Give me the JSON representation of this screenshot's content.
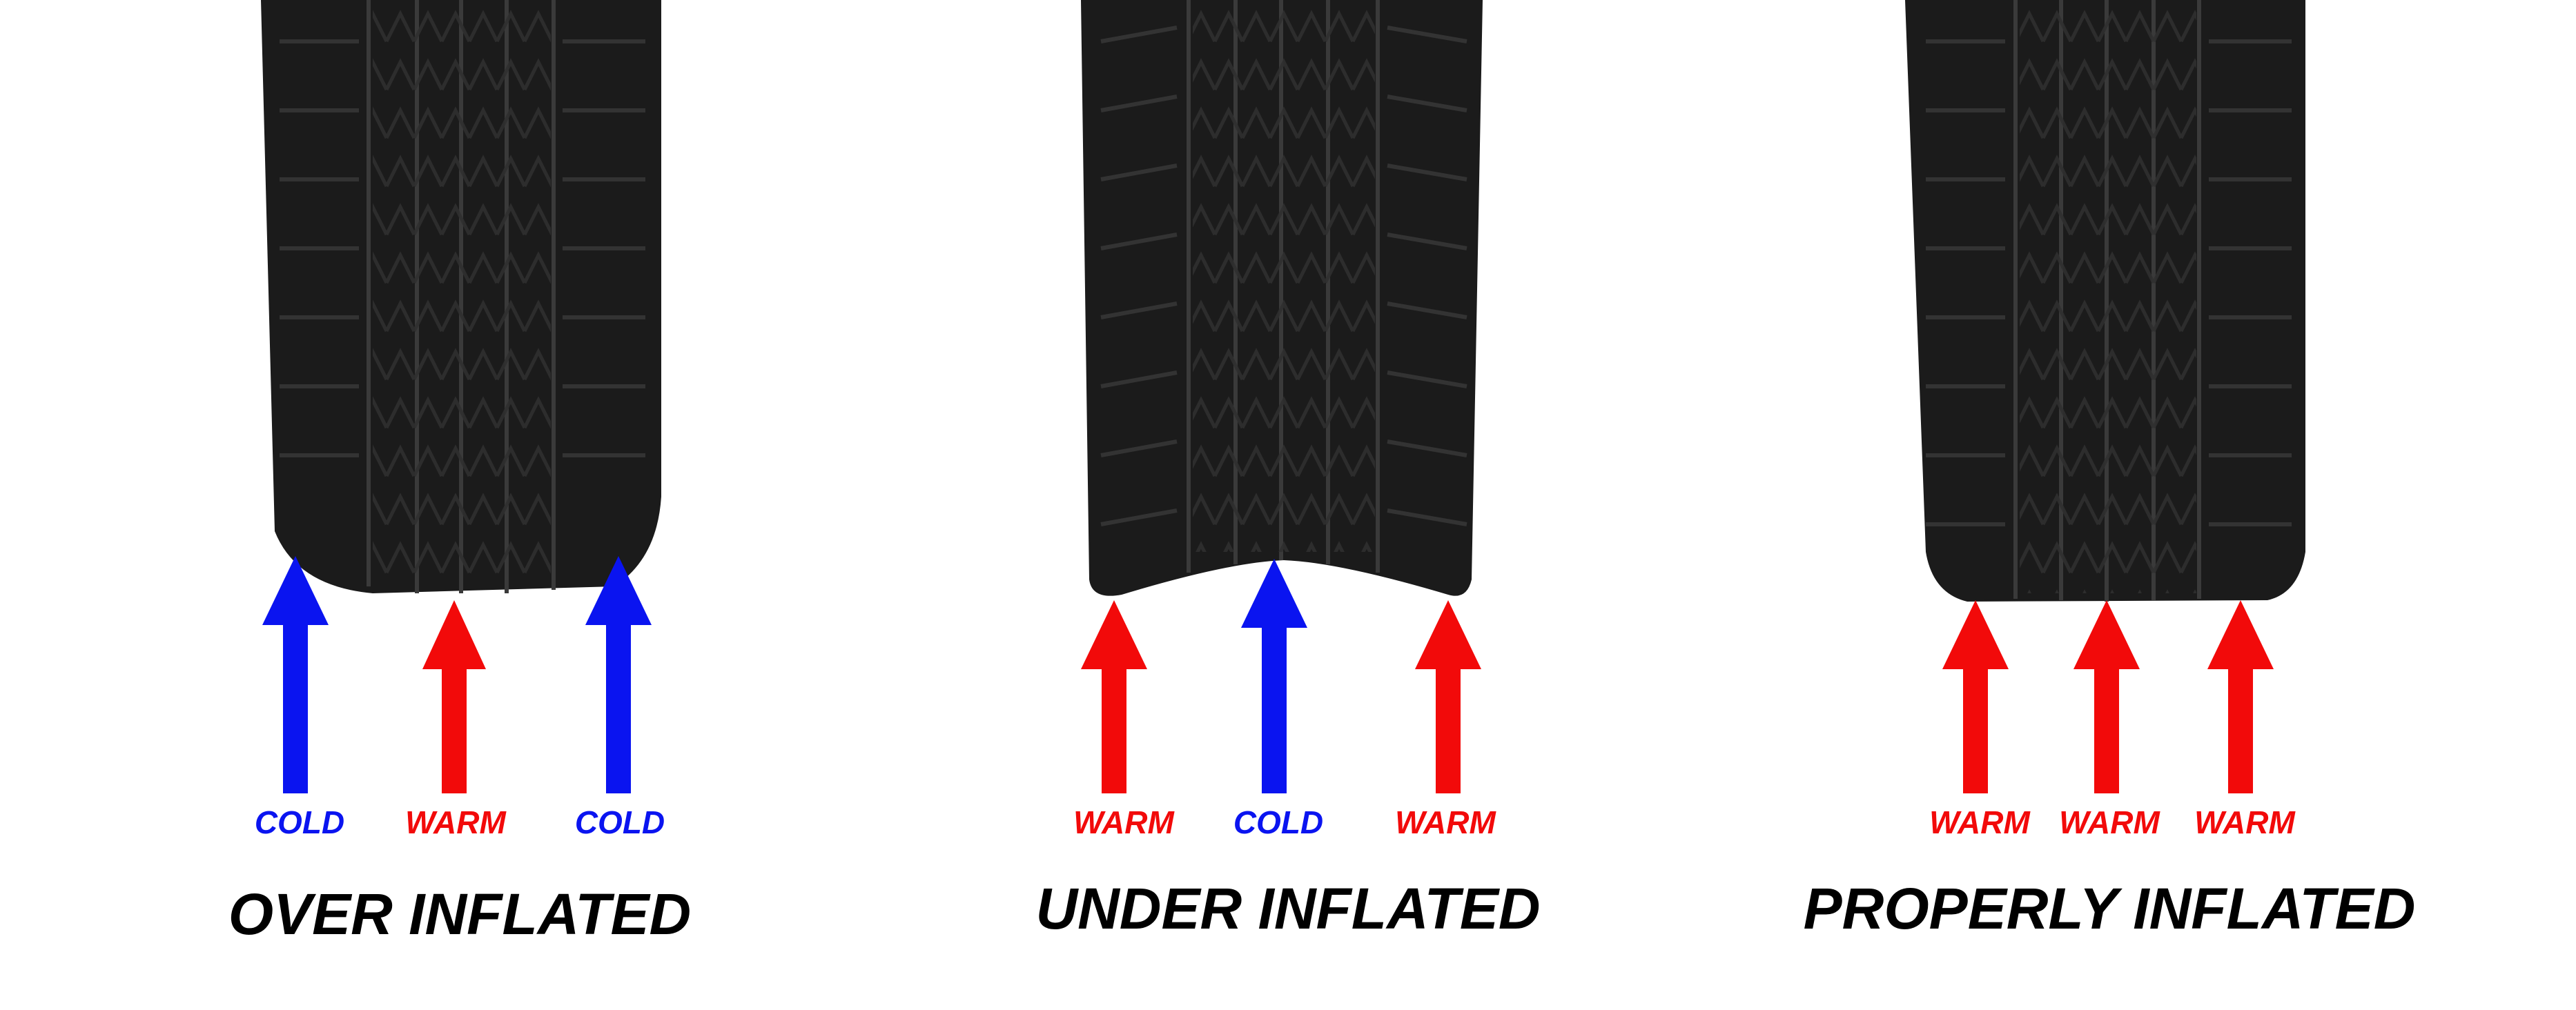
{
  "colors": {
    "cold": "#0a14f0",
    "warm": "#f20a0a",
    "tire": "#1b1b1b",
    "tread_line": "#3a3a3a",
    "title": "#000000"
  },
  "panels": [
    {
      "condition": "over",
      "title": "OVER INFLATED",
      "arrows": [
        {
          "label": "COLD",
          "temp": "cold"
        },
        {
          "label": "WARM",
          "temp": "warm"
        },
        {
          "label": "COLD",
          "temp": "cold"
        }
      ]
    },
    {
      "condition": "under",
      "title": "UNDER INFLATED",
      "arrows": [
        {
          "label": "WARM",
          "temp": "warm"
        },
        {
          "label": "COLD",
          "temp": "cold"
        },
        {
          "label": "WARM",
          "temp": "warm"
        }
      ]
    },
    {
      "condition": "proper",
      "title": "PROPERLY INFLATED",
      "arrows": [
        {
          "label": "WARM",
          "temp": "warm"
        },
        {
          "label": "WARM",
          "temp": "warm"
        },
        {
          "label": "WARM",
          "temp": "warm"
        }
      ]
    }
  ]
}
